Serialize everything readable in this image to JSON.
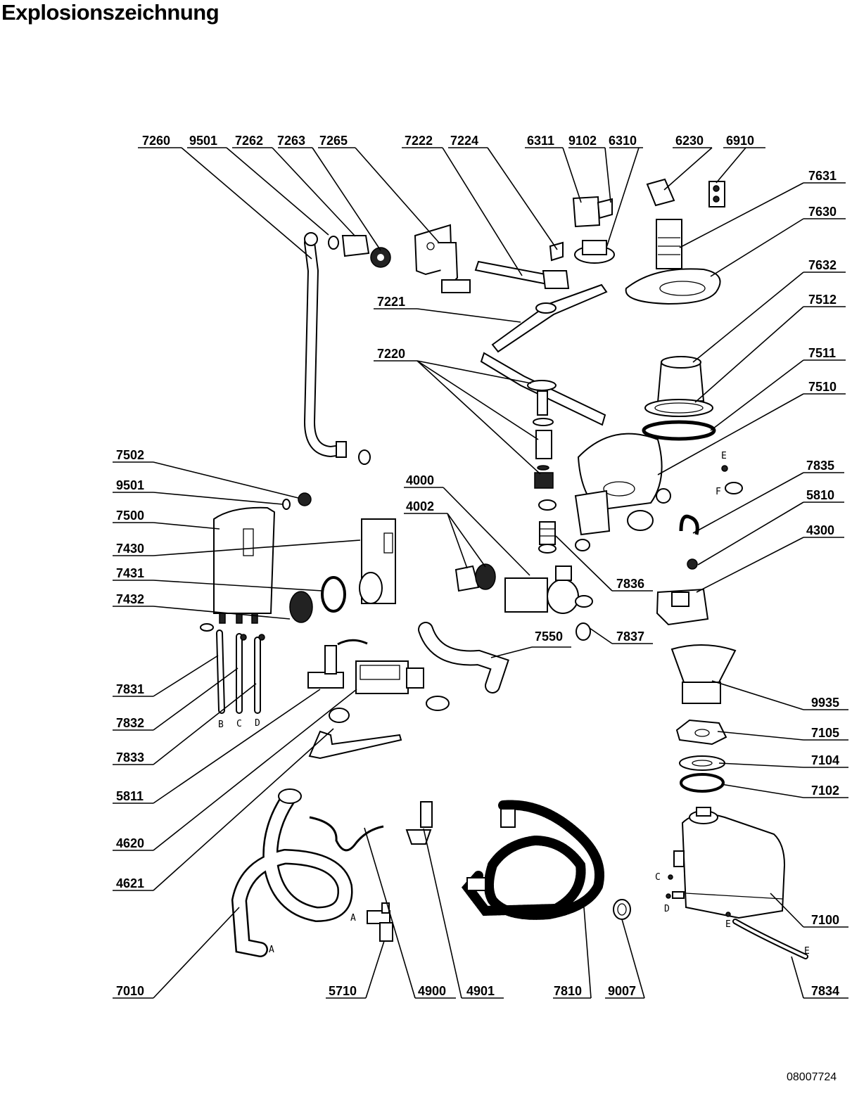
{
  "title": "Explosionszeichnung",
  "document_number": "08007724",
  "part_labels": {
    "p7260": "7260",
    "p9501a": "9501",
    "p7262": "7262",
    "p7263": "7263",
    "p7265": "7265",
    "p7222": "7222",
    "p7224": "7224",
    "p6311": "6311",
    "p9102": "9102",
    "p6310": "6310",
    "p6230": "6230",
    "p6910": "6910",
    "p7631": "7631",
    "p7630": "7630",
    "p7632": "7632",
    "p7512": "7512",
    "p7511": "7511",
    "p7510": "7510",
    "p7221": "7221",
    "p7220": "7220",
    "p7835": "7835",
    "p5810": "5810",
    "p4300": "4300",
    "p7836": "7836",
    "p7837": "7837",
    "p7550": "7550",
    "p4000": "4000",
    "p4002": "4002",
    "p7502": "7502",
    "p9501b": "9501",
    "p7500": "7500",
    "p7430": "7430",
    "p7431": "7431",
    "p7432": "7432",
    "p7831": "7831",
    "p7832": "7832",
    "p7833": "7833",
    "p5811": "5811",
    "p4620": "4620",
    "p4621": "4621",
    "p9935": "9935",
    "p7105": "7105",
    "p7104": "7104",
    "p7102": "7102",
    "p7100": "7100",
    "p7834": "7834",
    "p7010": "7010",
    "p5710": "5710",
    "p4900": "4900",
    "p4901": "4901",
    "p7810": "7810",
    "p9007": "9007"
  },
  "connector_letters": {
    "e1": "E",
    "f1": "F",
    "b1": "B",
    "c1": "C",
    "d1": "D",
    "c2": "C",
    "d2": "D",
    "e2": "E",
    "e3": "E",
    "a1": "A",
    "a2": "A"
  }
}
